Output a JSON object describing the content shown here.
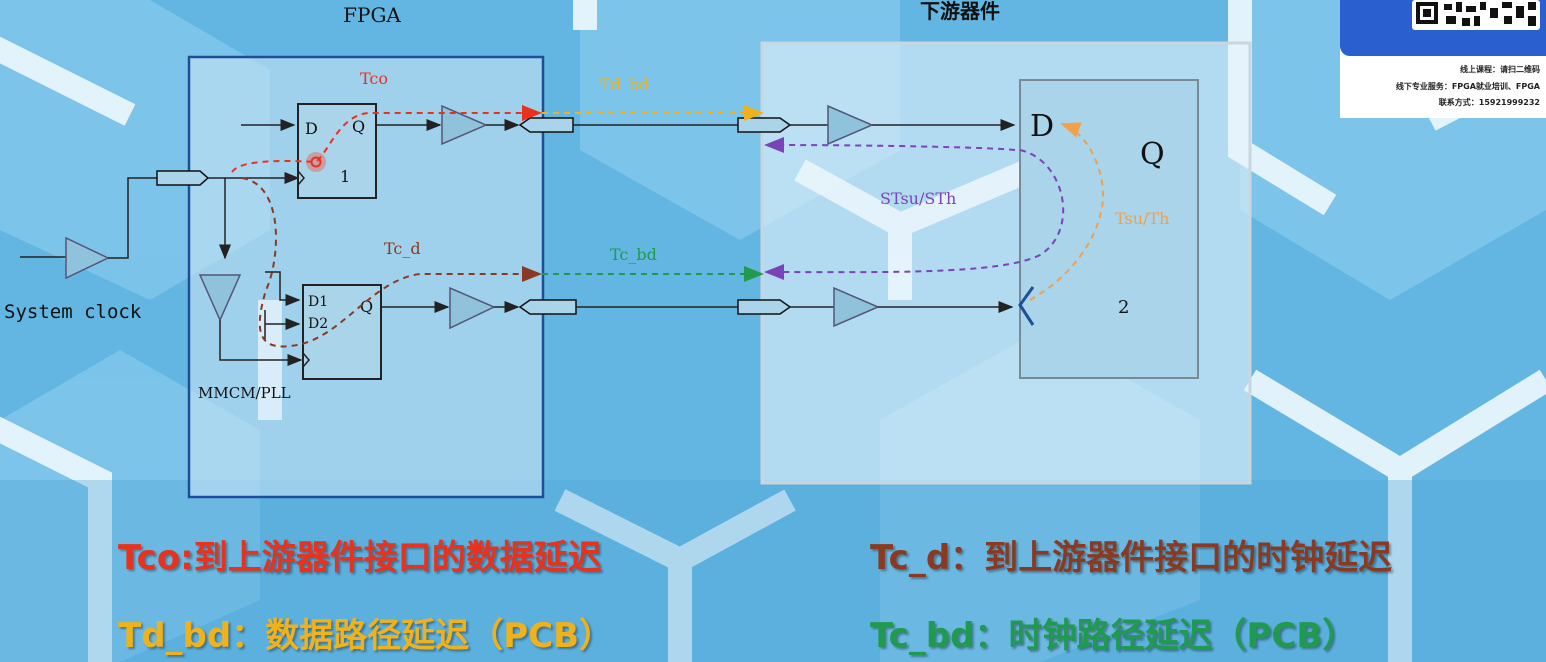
{
  "colors": {
    "tco": "#e8321e",
    "td_bd": "#f0b21c",
    "tc_d": "#8a3a22",
    "tc_bd": "#1f9a4e",
    "stsu": "#7a44b8",
    "tsu": "#f2a04a",
    "block_fill": "#a9d4ea",
    "block_border": "#1e4e9a",
    "buffer": "#8fc3dc"
  },
  "labels": {
    "fpga": "FPGA",
    "downstream": "下游器件",
    "system_clock": "System clock",
    "mmcm_pll": "MMCM/PLL",
    "tco": "Tco",
    "td_bd": "Td_bd",
    "tc_d": "Tc_d",
    "tc_bd": "Tc_bd",
    "stsu_sth": "STsu/STh",
    "tsu_th": "Tsu/Th"
  },
  "ff1": {
    "d": "D",
    "q": "Q",
    "num": "1"
  },
  "ff2": {
    "d1": "D1",
    "d2": "D2",
    "q": "Q"
  },
  "downstream_ff": {
    "d": "D",
    "q": "Q",
    "num": "2"
  },
  "captions": {
    "tco_key": "Tco:",
    "tco_text": "到上游器件接口的数据延迟",
    "tc_d_key": "Tc_d：",
    "tc_d_text": "到上游器件接口的时钟延迟",
    "td_bd_key": "Td_bd：",
    "td_bd_text": "数据路径延迟（PCB）",
    "tc_bd_key": "Tc_bd：",
    "tc_bd_text": "时钟路径延迟（PCB）"
  },
  "qr_panel": {
    "line1": "线上课程：请扫二维码",
    "line2": "线下专业服务：FPGA就业培训、FPGA",
    "line3": "联系方式：15921999232"
  }
}
